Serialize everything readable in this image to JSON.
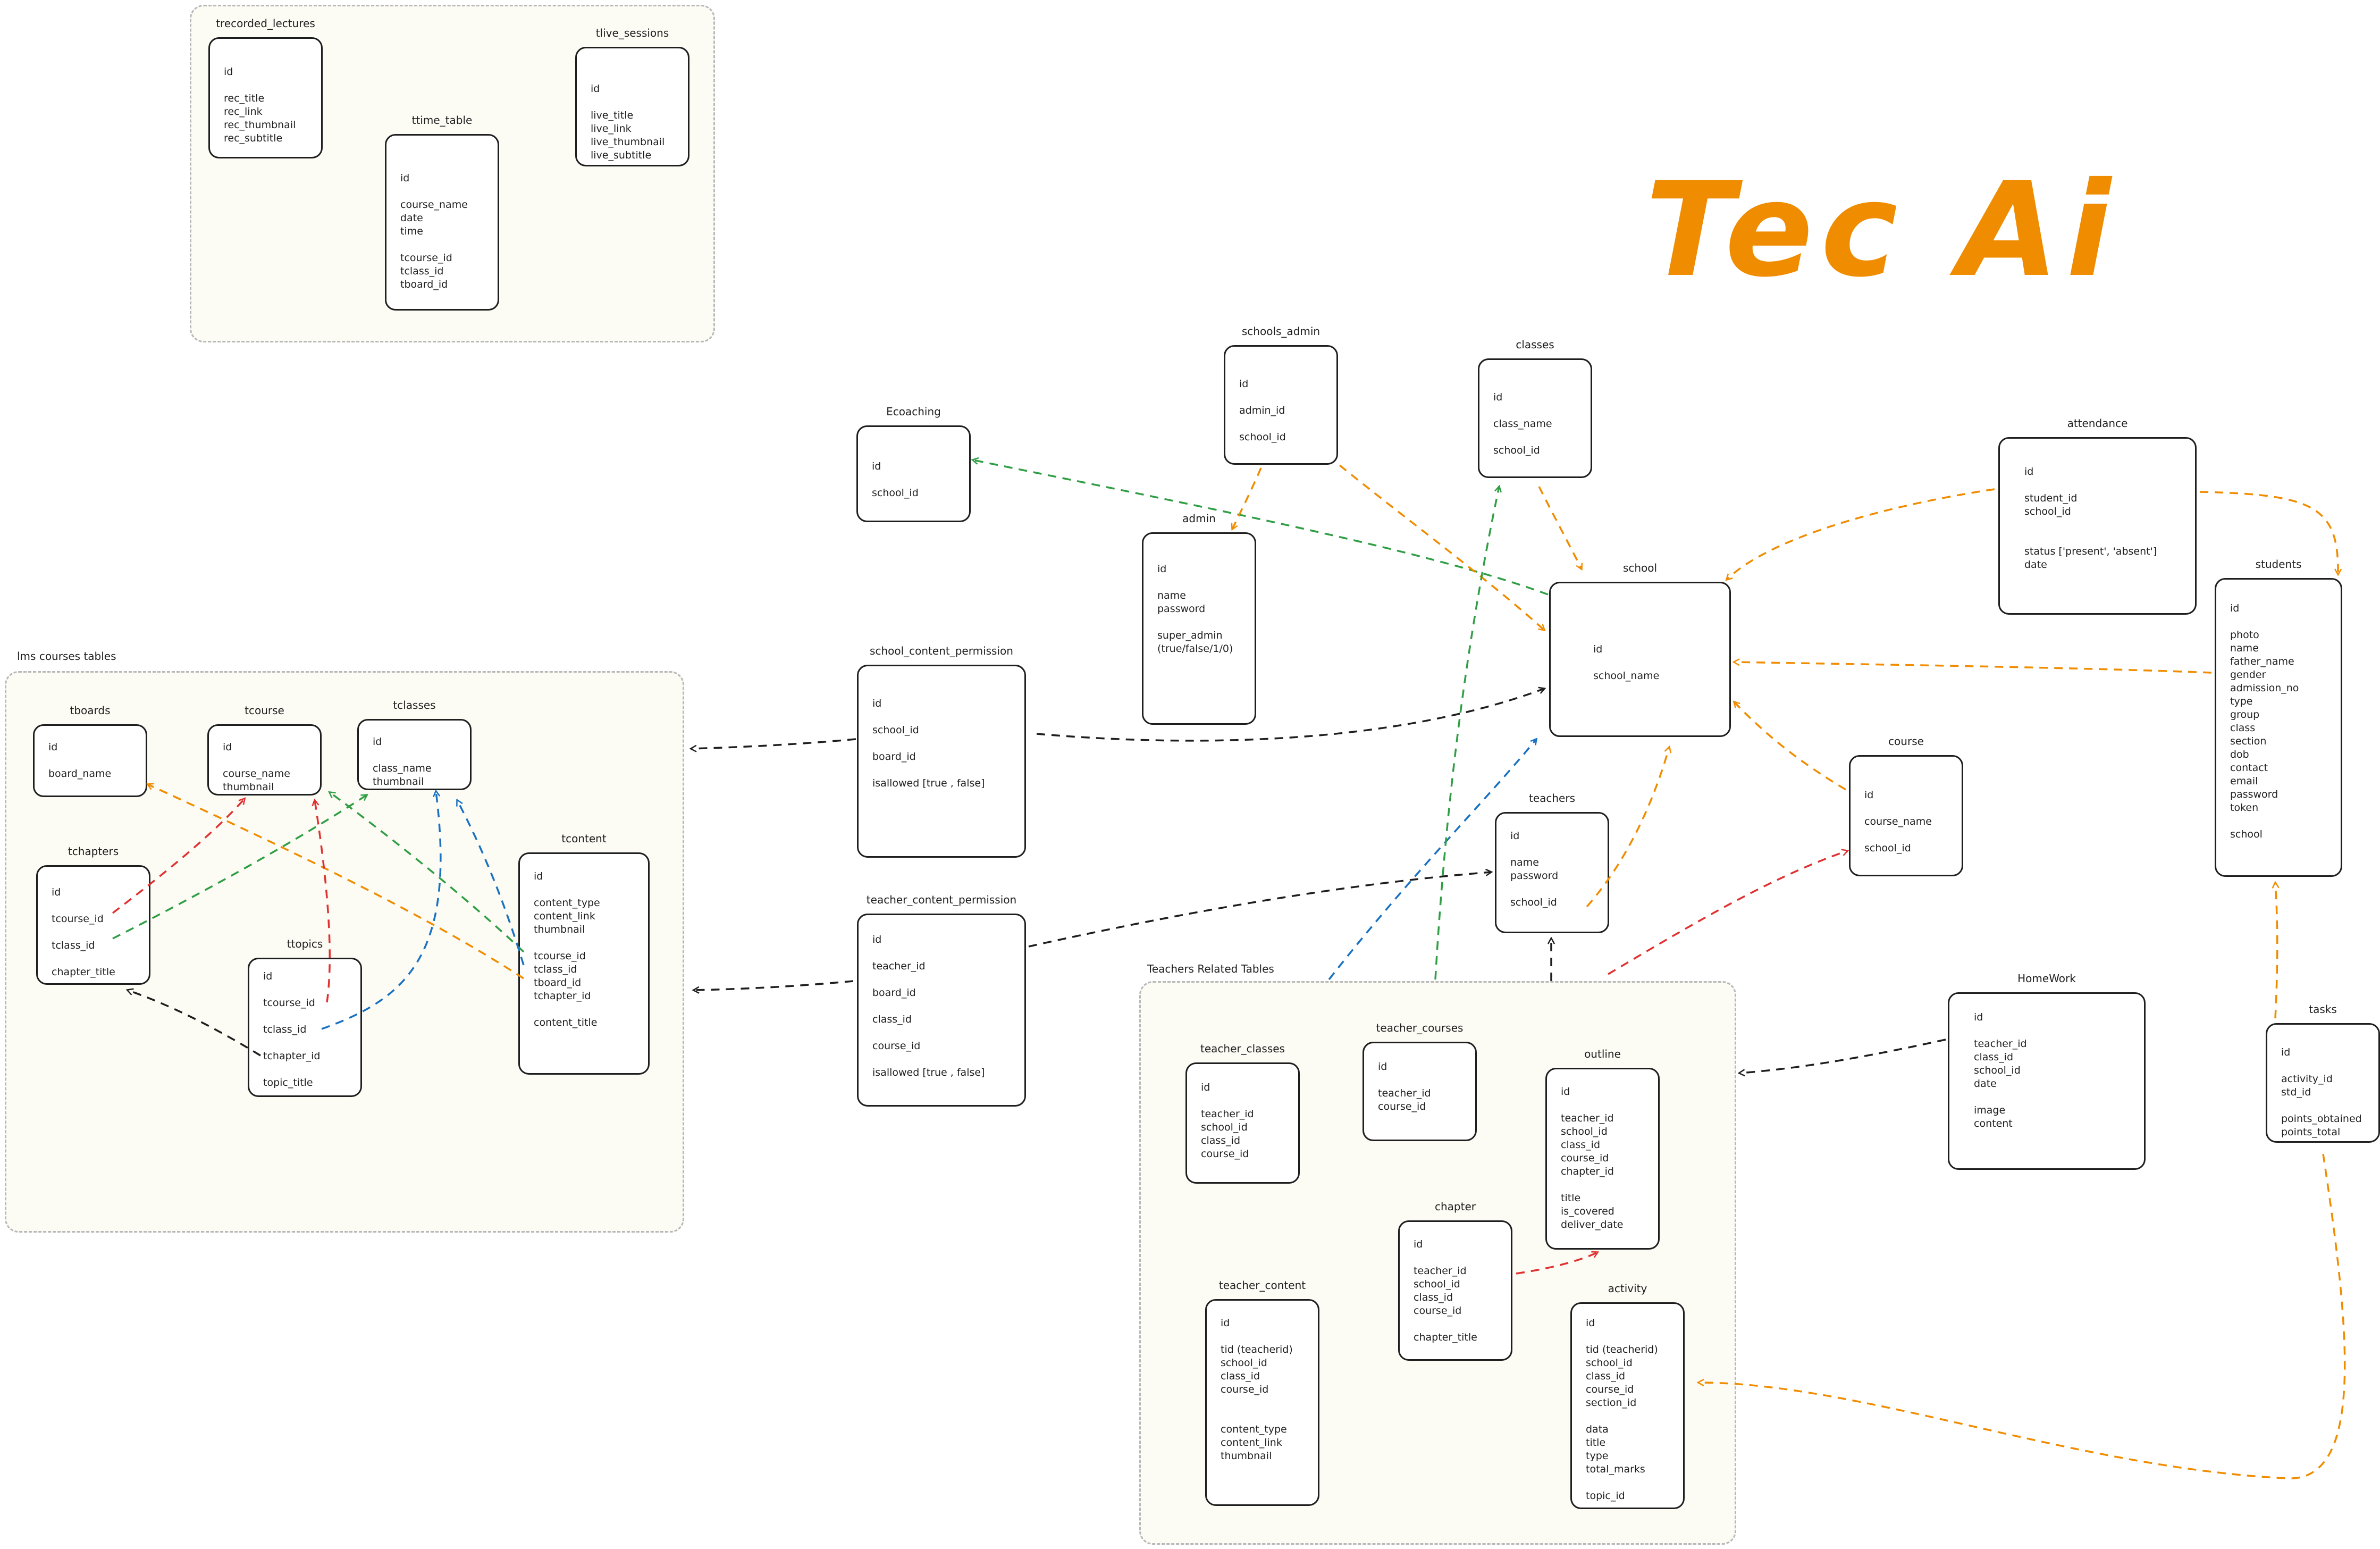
{
  "brand": {
    "title": "Tec Ai",
    "color": "#f08c00"
  },
  "groups": [
    {
      "id": "top_group",
      "label": ""
    },
    {
      "id": "lms_group",
      "label": "lms courses tables"
    },
    {
      "id": "teachers_group",
      "label": "Teachers Related Tables"
    }
  ],
  "tables": [
    {
      "id": "trecorded_lectures",
      "title": "trecorded_lectures",
      "fields": [
        "id",
        "",
        "rec_title",
        "rec_link",
        "rec_thumbnail",
        "rec_subtitle"
      ]
    },
    {
      "id": "ttime_table",
      "title": "ttime_table",
      "fields": [
        "id",
        "",
        "course_name",
        "date",
        "time",
        "",
        "tcourse_id",
        "tclass_id",
        "tboard_id"
      ]
    },
    {
      "id": "tlive_sessions",
      "title": "tlive_sessions",
      "fields": [
        "id",
        "",
        "live_title",
        "live_link",
        "live_thumbnail",
        "live_subtitle"
      ]
    },
    {
      "id": "ecoaching",
      "title": "Ecoaching",
      "fields": [
        "id",
        "",
        "school_id"
      ]
    },
    {
      "id": "schools_admin",
      "title": "schools_admin",
      "fields": [
        "id",
        "",
        "admin_id",
        "",
        "school_id"
      ]
    },
    {
      "id": "classes",
      "title": "classes",
      "fields": [
        "id",
        "",
        "class_name",
        "",
        "school_id"
      ]
    },
    {
      "id": "admin",
      "title": "admin",
      "fields": [
        "id",
        "",
        "name",
        "password",
        "",
        "super_admin",
        "(true/false/1/0)"
      ]
    },
    {
      "id": "school",
      "title": "school",
      "fields": [
        "",
        "",
        "id",
        "",
        "school_name"
      ]
    },
    {
      "id": "attendance",
      "title": "attendance",
      "fields": [
        "id",
        "",
        "student_id",
        "school_id",
        "",
        "",
        "status ['present', 'absent']",
        "date"
      ]
    },
    {
      "id": "students",
      "title": "students",
      "fields": [
        "id",
        "",
        "photo",
        "name",
        "father_name",
        "gender",
        "admission_no",
        "type",
        "group",
        "class",
        "section",
        "dob",
        "contact",
        "email",
        "password",
        "token",
        "",
        "school"
      ]
    },
    {
      "id": "school_content_permission",
      "title": "school_content_permission",
      "fields": [
        "id",
        "",
        "school_id",
        "",
        "board_id",
        "",
        "isallowed [true , false]"
      ]
    },
    {
      "id": "course",
      "title": "course",
      "fields": [
        "id",
        "",
        "course_name",
        "",
        "school_id"
      ]
    },
    {
      "id": "teachers",
      "title": "teachers",
      "fields": [
        "id",
        "",
        "name",
        "password",
        "",
        "school_id"
      ]
    },
    {
      "id": "teacher_content_permission",
      "title": "teacher_content_permission",
      "fields": [
        "id",
        "",
        "teacher_id",
        "",
        "board_id",
        "",
        "class_id",
        "",
        "course_id",
        "",
        "isallowed [true , false]"
      ]
    },
    {
      "id": "tboards",
      "title": "tboards",
      "fields": [
        "id",
        "",
        "board_name"
      ]
    },
    {
      "id": "tcourse",
      "title": "tcourse",
      "fields": [
        "id",
        "",
        "course_name",
        "thumbnail"
      ]
    },
    {
      "id": "tclasses",
      "title": "tclasses",
      "fields": [
        "id",
        "",
        "class_name",
        "thumbnail"
      ]
    },
    {
      "id": "tchapters",
      "title": "tchapters",
      "fields": [
        "id",
        "",
        "tcourse_id",
        "",
        "tclass_id",
        "",
        "chapter_title"
      ]
    },
    {
      "id": "tcontent",
      "title": "tcontent",
      "fields": [
        "id",
        "",
        "content_type",
        "content_link",
        "thumbnail",
        "",
        "tcourse_id",
        "tclass_id",
        "tboard_id",
        "tchapter_id",
        "",
        "content_title"
      ]
    },
    {
      "id": "ttopics",
      "title": "ttopics",
      "fields": [
        "id",
        "",
        "tcourse_id",
        "",
        "tclass_id",
        "",
        "tchapter_id",
        "",
        "topic_title"
      ]
    },
    {
      "id": "homework",
      "title": "HomeWork",
      "fields": [
        "id",
        "",
        "teacher_id",
        "class_id",
        "school_id",
        "date",
        "",
        "image",
        "content"
      ]
    },
    {
      "id": "tasks",
      "title": "tasks",
      "fields": [
        "id",
        "",
        "activity_id",
        "std_id",
        "",
        "points_obtained",
        "points_total"
      ]
    },
    {
      "id": "teacher_classes",
      "title": "teacher_classes",
      "fields": [
        "id",
        "",
        "teacher_id",
        "school_id",
        "class_id",
        "course_id"
      ]
    },
    {
      "id": "teacher_courses",
      "title": "teacher_courses",
      "fields": [
        "id",
        "",
        "teacher_id",
        "course_id"
      ]
    },
    {
      "id": "outline",
      "title": "outline",
      "fields": [
        "id",
        "",
        "teacher_id",
        "school_id",
        "class_id",
        "course_id",
        "chapter_id",
        "",
        "title",
        "is_covered",
        "deliver_date"
      ]
    },
    {
      "id": "chapter",
      "title": "chapter",
      "fields": [
        "id",
        "",
        "teacher_id",
        "school_id",
        "class_id",
        "course_id",
        "",
        "chapter_title"
      ]
    },
    {
      "id": "teacher_content",
      "title": "teacher_content",
      "fields": [
        "id",
        "",
        "tid   (teacherid)",
        "school_id",
        "class_id",
        "course_id",
        "",
        "",
        "content_type",
        "content_link",
        "thumbnail"
      ]
    },
    {
      "id": "activity",
      "title": "activity",
      "fields": [
        "id",
        "",
        "tid   (teacherid)",
        "school_id",
        "class_id",
        "course_id",
        "section_id",
        "",
        "data",
        "title",
        "type",
        "total_marks",
        "",
        "topic_id"
      ]
    }
  ],
  "edge_colors": {
    "black": "#1e1e1e",
    "orange": "#f08c00",
    "green": "#2f9e44",
    "blue": "#1971c2",
    "red": "#e03131"
  }
}
